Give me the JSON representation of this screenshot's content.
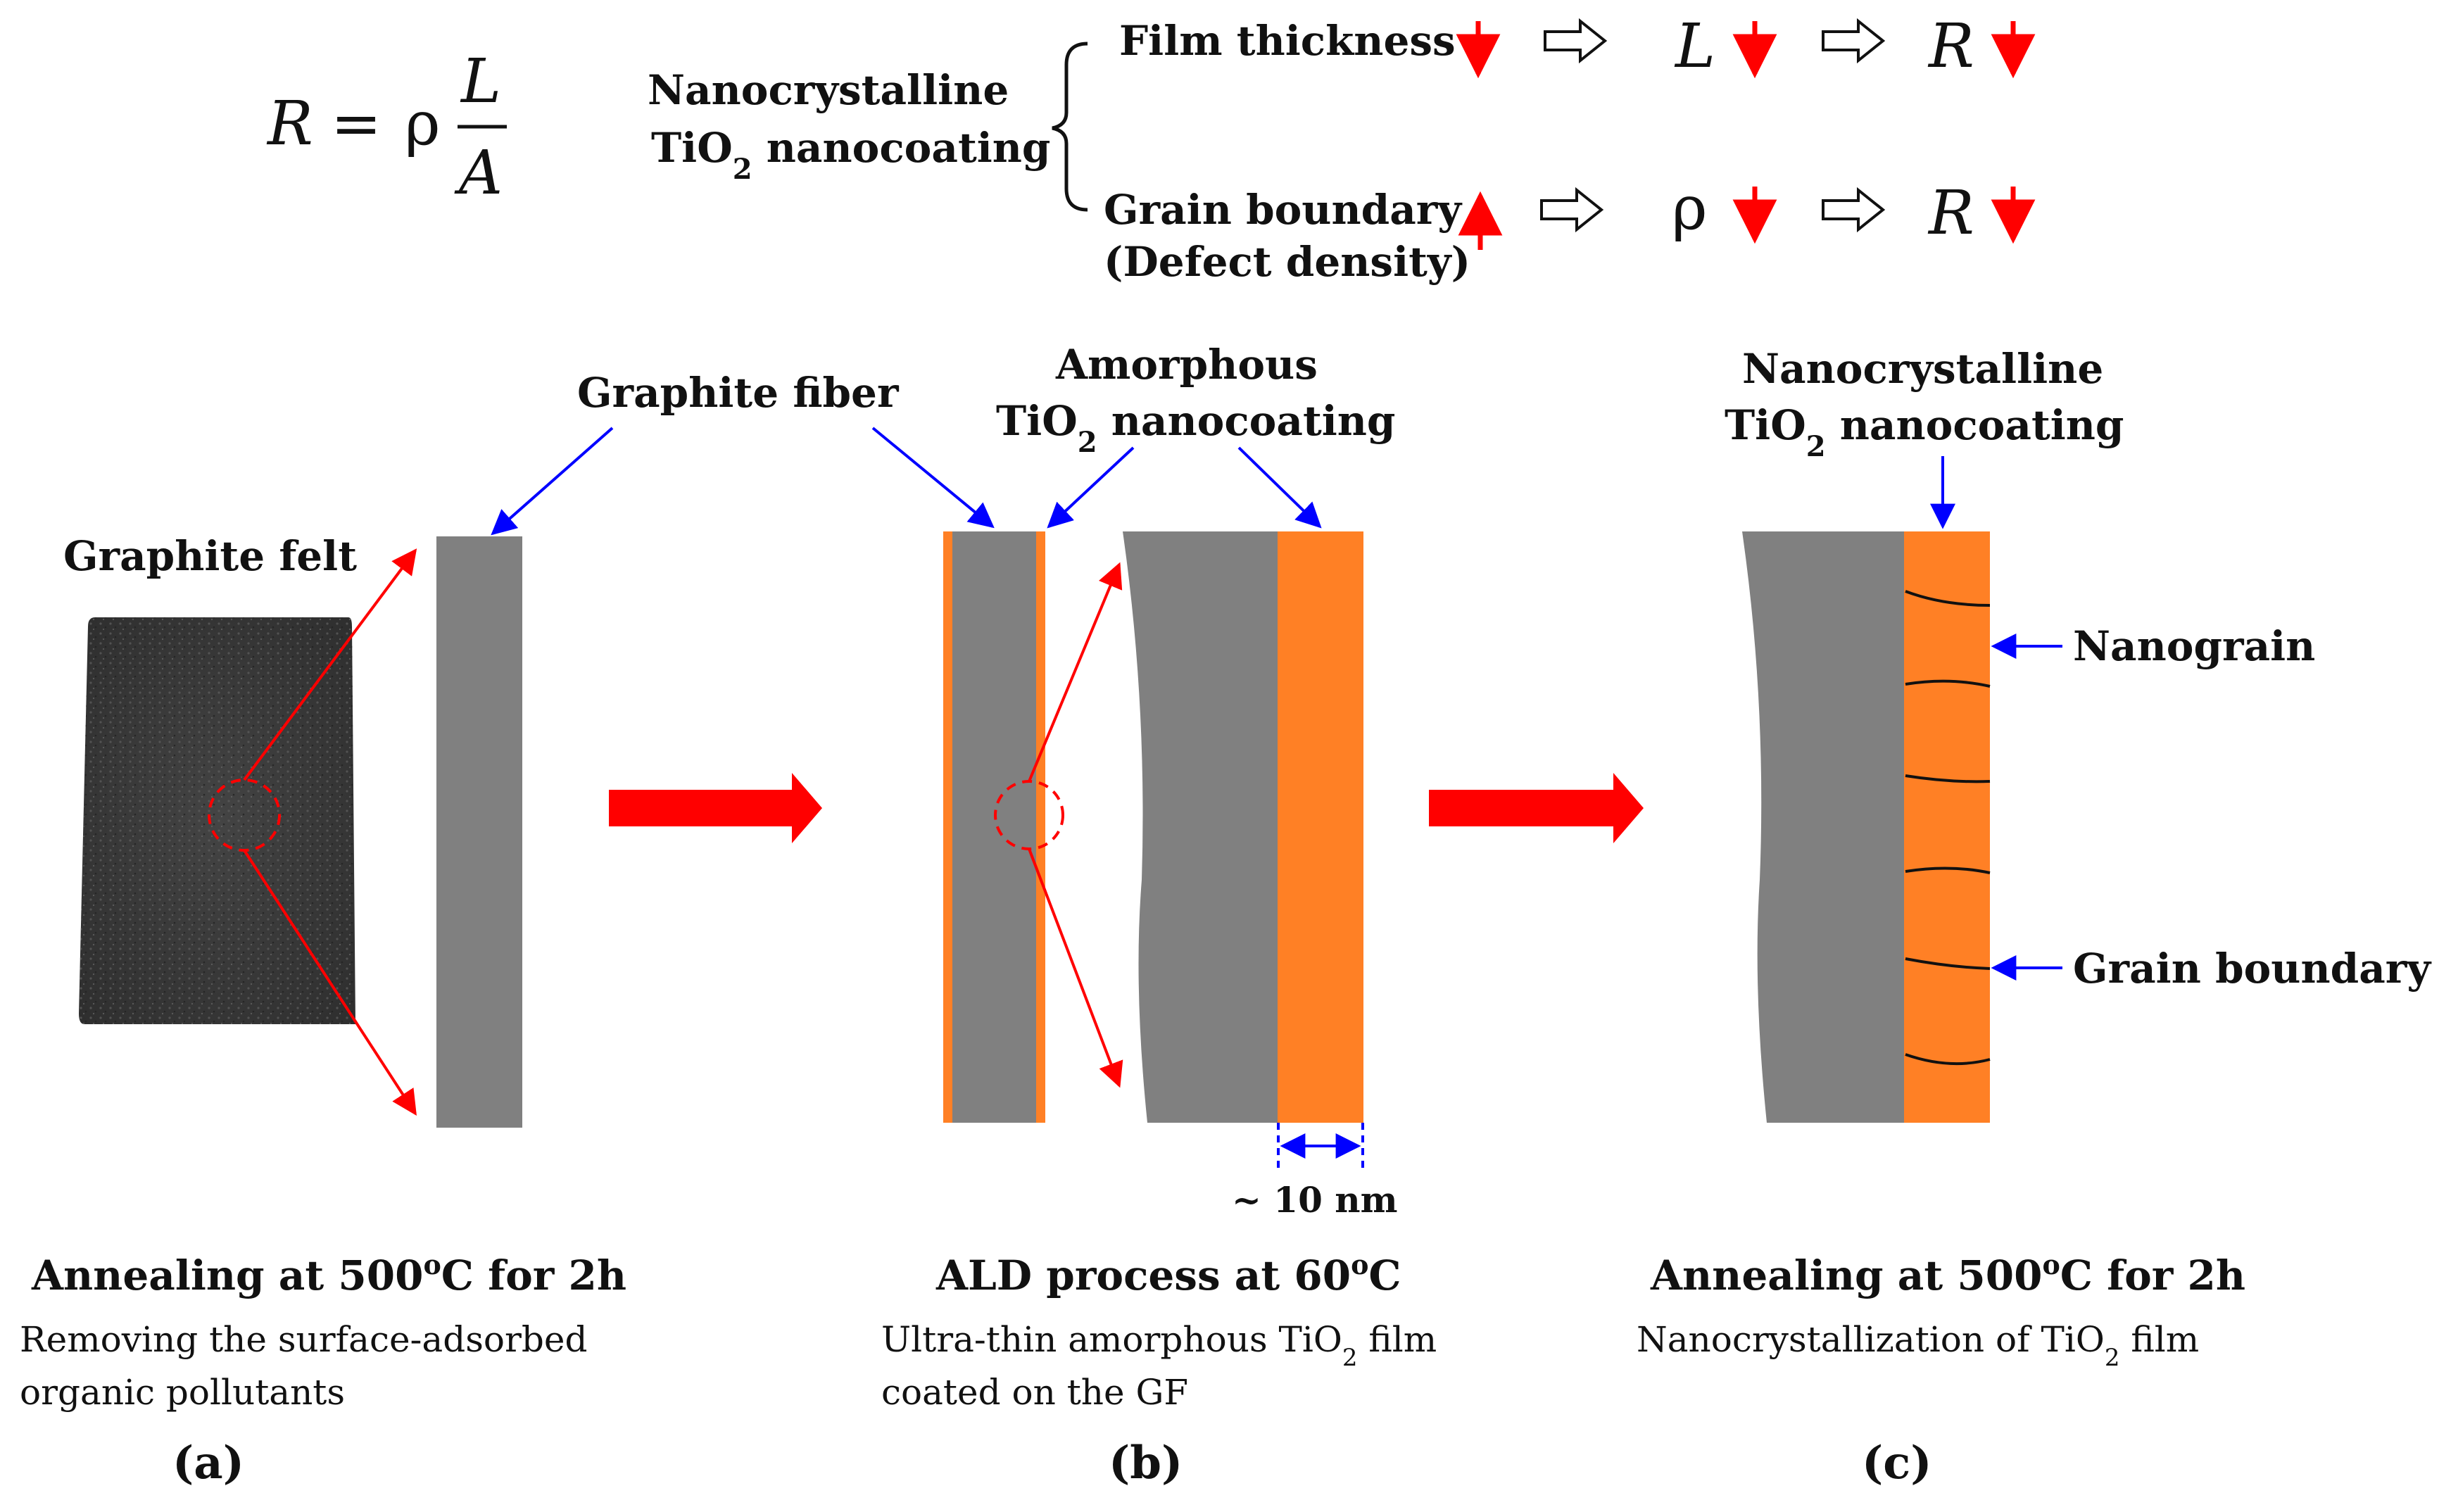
{
  "equation": {
    "lhs": "R",
    "equals": "=",
    "rho": "ρ",
    "numerator": "L",
    "denominator": "A"
  },
  "subject": {
    "line1": "Nanocrystalline",
    "line2_main": "TiO",
    "line2_sub": "2",
    "line2_tail": " nanocoating"
  },
  "chain_top": {
    "cause": "Film thickness",
    "mid": "L",
    "result": "R"
  },
  "chain_bottom": {
    "cause_line1": "Grain boundary",
    "cause_line2": "(Defect density)",
    "mid": "ρ",
    "result": "R"
  },
  "panel_a": {
    "felt_label": "Graphite felt",
    "fiber_label": "Graphite fiber",
    "step_title": "Annealing at 500",
    "step_title_sup": "o",
    "step_title_tail": "C for 2h",
    "desc_line1": "Removing the surface-adsorbed",
    "desc_line2": "organic pollutants",
    "letter": "(a)"
  },
  "panel_b": {
    "coating_line1": "Amorphous",
    "coating_line2_main": "TiO",
    "coating_line2_sub": "2",
    "coating_line2_tail": " nanocoating",
    "thickness": "~ 10 nm",
    "step_title": "ALD process at 60",
    "step_title_sup": "o",
    "step_title_tail": "C",
    "desc_line1_main": "Ultra-thin amorphous TiO",
    "desc_line1_sub": "2",
    "desc_line1_tail": " film",
    "desc_line2": "coated on the GF",
    "letter": "(b)"
  },
  "panel_c": {
    "coating_line1": "Nanocrystalline",
    "coating_line2_main": "TiO",
    "coating_line2_sub": "2",
    "coating_line2_tail": " nanocoating",
    "nanograin_label": "Nanograin",
    "boundary_label": "Grain boundary",
    "step_title": "Annealing at 500",
    "step_title_sup": "o",
    "step_title_tail": "C for 2h",
    "desc_main": "Nanocrystallization of TiO",
    "desc_sub": "2",
    "desc_tail": " film",
    "letter": "(c)"
  },
  "colors": {
    "graphite": "#808080",
    "tio2": "#ff8025",
    "red_arrow": "#ff0000",
    "blue_pointer": "#0000ff",
    "felt": "#3a3a3a",
    "text": "#111111"
  }
}
